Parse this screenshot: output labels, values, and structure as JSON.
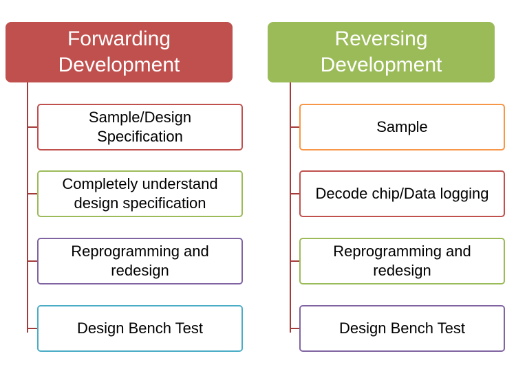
{
  "colors": {
    "left_header": "#c0504d",
    "right_header": "#9bbb59",
    "connector": "#a33b3b"
  },
  "left": {
    "title": "Forwarding\nDevelopment",
    "items": [
      {
        "label": "Sample/Design\nSpecification",
        "border": "#c0504d"
      },
      {
        "label": "Completely understand\ndesign specification",
        "border": "#9bbb59"
      },
      {
        "label": "Reprogramming and\nredesign",
        "border": "#8064a2"
      },
      {
        "label": "Design Bench Test",
        "border": "#4bacc6"
      }
    ]
  },
  "right": {
    "title": "Reversing\nDevelopment",
    "items": [
      {
        "label": "Sample",
        "border": "#f79646"
      },
      {
        "label": "Decode chip/Data logging",
        "border": "#c0504d"
      },
      {
        "label": "Reprogramming and\nredesign",
        "border": "#9bbb59"
      },
      {
        "label": "Design Bench Test",
        "border": "#8064a2"
      }
    ]
  }
}
